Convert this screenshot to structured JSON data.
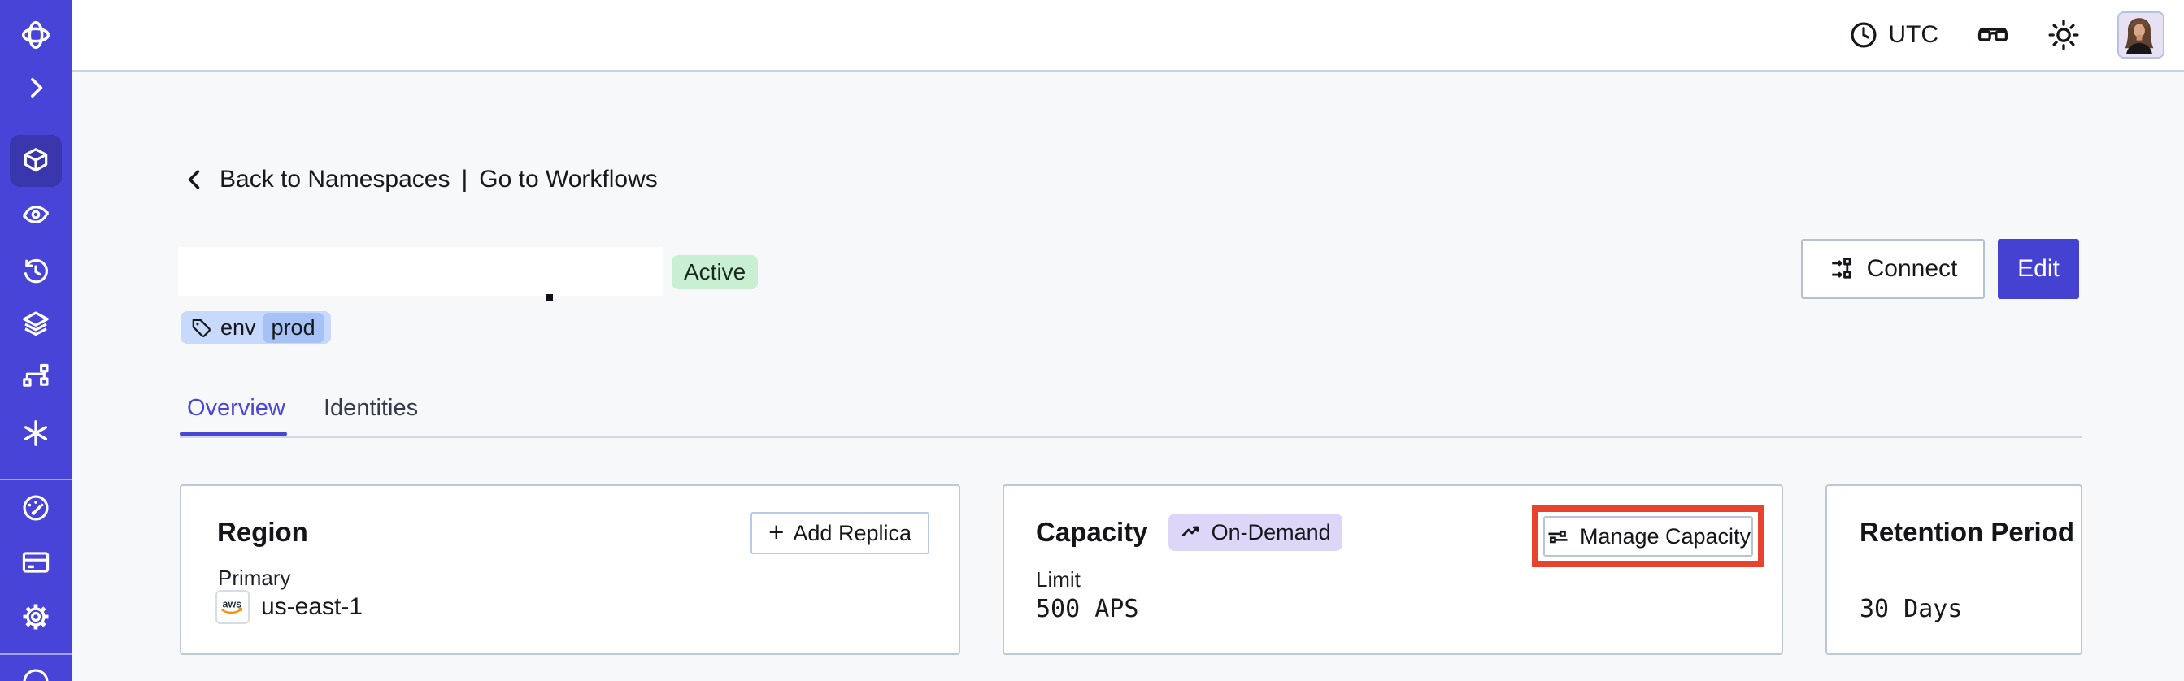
{
  "topbar": {
    "timezone_label": "UTC"
  },
  "breadcrumb": {
    "back_label": "Back to Namespaces",
    "separator": "|",
    "workflows_label": "Go to Workflows"
  },
  "header": {
    "status_badge": "Active",
    "tag_key": "env",
    "tag_value": "prod",
    "connect_label": "Connect",
    "edit_label": "Edit"
  },
  "tabs": {
    "overview": "Overview",
    "identities": "Identities"
  },
  "cards": {
    "region": {
      "title": "Region",
      "plus_symbol": "+",
      "add_replica_label": "Add Replica",
      "primary_label": "Primary",
      "provider": "aws",
      "value": "us-east-1"
    },
    "capacity": {
      "title": "Capacity",
      "badge": "On-Demand",
      "manage_label": "Manage Capacity",
      "limit_label": "Limit",
      "limit_value": "500 APS"
    },
    "retention": {
      "title": "Retention Period",
      "value": "30 Days"
    }
  },
  "icons": [
    "temporal-logo-icon",
    "chevron-right-icon",
    "cube-icon",
    "eye-spiral-icon",
    "clock-history-icon",
    "layers-icon",
    "branch-icon",
    "asterisk-icon",
    "gauge-icon",
    "credit-card-icon",
    "gear-icon",
    "circle-icon",
    "clock-icon",
    "glasses-icon",
    "sun-icon",
    "chevron-left-icon",
    "connect-flow-icon",
    "tag-icon",
    "plus-icon",
    "trending-up-icon",
    "sliders-icon",
    "aws-logo-icon"
  ],
  "colors": {
    "sidebar_bg": "#4844d8",
    "sidebar_active_bg": "#3a36ad",
    "brand_primary": "#4642d1",
    "page_bg": "#f7f8fa",
    "card_border": "#bcc7d7",
    "topbar_divider": "#c9d2de",
    "status_active_bg": "#c9efd3",
    "tag_bg": "#c7d9fc",
    "tag_value_bg": "#a6c1f5",
    "on_demand_bg": "#ddd6f8",
    "annotation_red": "#e8432c",
    "aws_orange": "#f29111"
  }
}
